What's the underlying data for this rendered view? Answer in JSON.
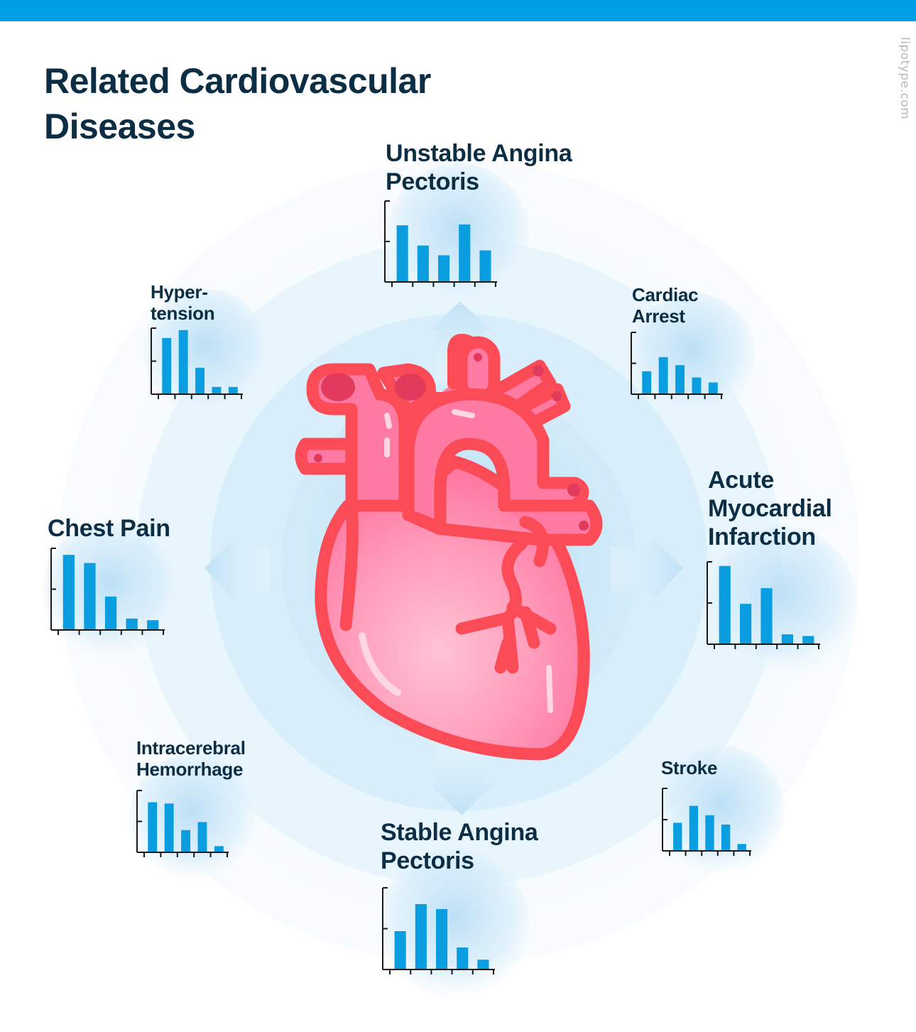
{
  "title": "Related Cardiovascular Diseases",
  "watermark": "lipotype.com",
  "colors": {
    "accent": "#009fe3",
    "title": "#0b2e44",
    "bar": "#0a9ee0",
    "axis": "#1a1a1a",
    "heart_outline": "#fb4b56",
    "heart_fill": "#ff8fae",
    "glow": "#bfe3f6"
  },
  "center_icon": "heart-icon",
  "arrows": [
    "arrow-up-icon",
    "arrow-right-icon",
    "arrow-down-icon",
    "arrow-left-icon"
  ],
  "diseases": [
    {
      "name": "Unstable Angina Pectoris",
      "label": "Unstable Angina\nPectoris",
      "values": [
        0.7,
        0.45,
        0.33,
        0.71,
        0.39
      ]
    },
    {
      "name": "Cardiac Arrest",
      "label": "Cardiac\nArrest",
      "values": [
        0.37,
        0.6,
        0.47,
        0.27,
        0.19
      ]
    },
    {
      "name": "Acute Myocardial Infarction",
      "label": "Acute\nMyocardial\nInfarction",
      "values": [
        0.95,
        0.49,
        0.68,
        0.12,
        0.1
      ]
    },
    {
      "name": "Stroke",
      "label": "Stroke",
      "values": [
        0.45,
        0.72,
        0.57,
        0.42,
        0.11
      ]
    },
    {
      "name": "Stable Angina Pectoris",
      "label": "Stable Angina\nPectoris",
      "values": [
        0.47,
        0.8,
        0.74,
        0.27,
        0.12
      ]
    },
    {
      "name": "Intracerebral Hemorrhage",
      "label": "Intracerebral\nHemorrhage",
      "values": [
        0.81,
        0.79,
        0.36,
        0.49,
        0.1
      ]
    },
    {
      "name": "Chest Pain",
      "label": "Chest Pain",
      "values": [
        0.92,
        0.82,
        0.41,
        0.14,
        0.12
      ]
    },
    {
      "name": "Hypertension",
      "label": "Hyper-\ntension",
      "values": [
        0.85,
        0.97,
        0.4,
        0.11,
        0.11
      ]
    }
  ]
}
